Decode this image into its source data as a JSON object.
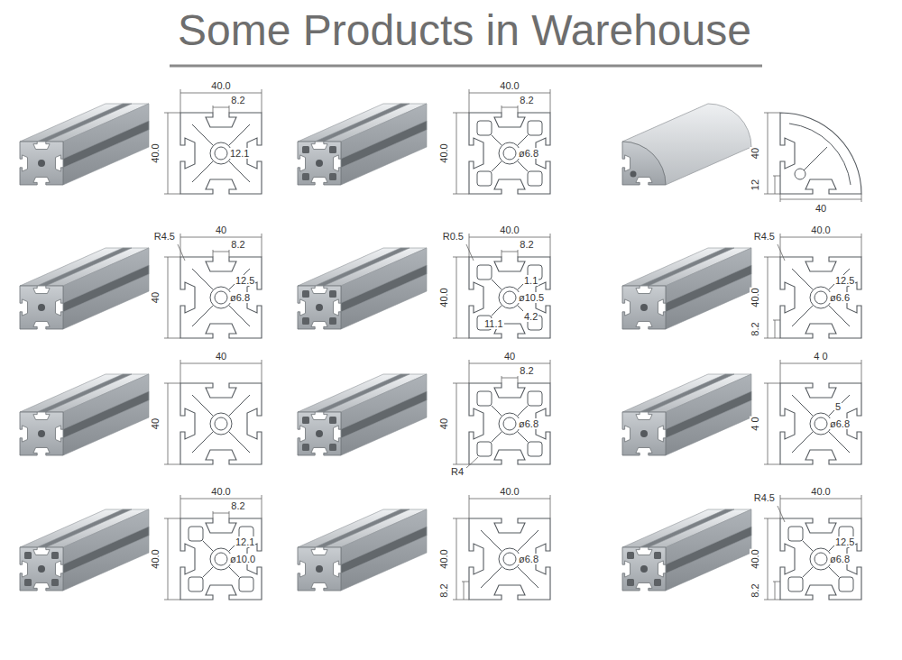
{
  "diagram": {
    "title": "Some Products in Warehouse",
    "labels": [
      "40.0",
      "8.2",
      "40.0",
      "12.1",
      "40.0",
      "8.2",
      "40.0",
      "ø6.8",
      "40",
      "12",
      "40",
      "40",
      "8.2",
      "R4.5",
      "40",
      "ø6.8",
      "12.5",
      "R0.5",
      "40.0",
      "8.2",
      "1.1",
      "40.0",
      "ø10.5",
      "4.2",
      "11.1",
      "R4.5",
      "40.0",
      "12.5",
      "40.0",
      "ø6.6",
      "8.2",
      "40",
      "40",
      "40",
      "8.2",
      "40",
      "ø6.8",
      "R4",
      "4 0",
      "5",
      "4 0",
      "ø6.8",
      "40.0",
      "8.2",
      "40.0",
      "ø10.0",
      "12.1",
      "40.0",
      "40.0",
      "ø6.8",
      "8.2",
      "R4.5",
      "40.0",
      "12.5",
      "40.0",
      "ø6.8",
      "8.2"
    ]
  }
}
